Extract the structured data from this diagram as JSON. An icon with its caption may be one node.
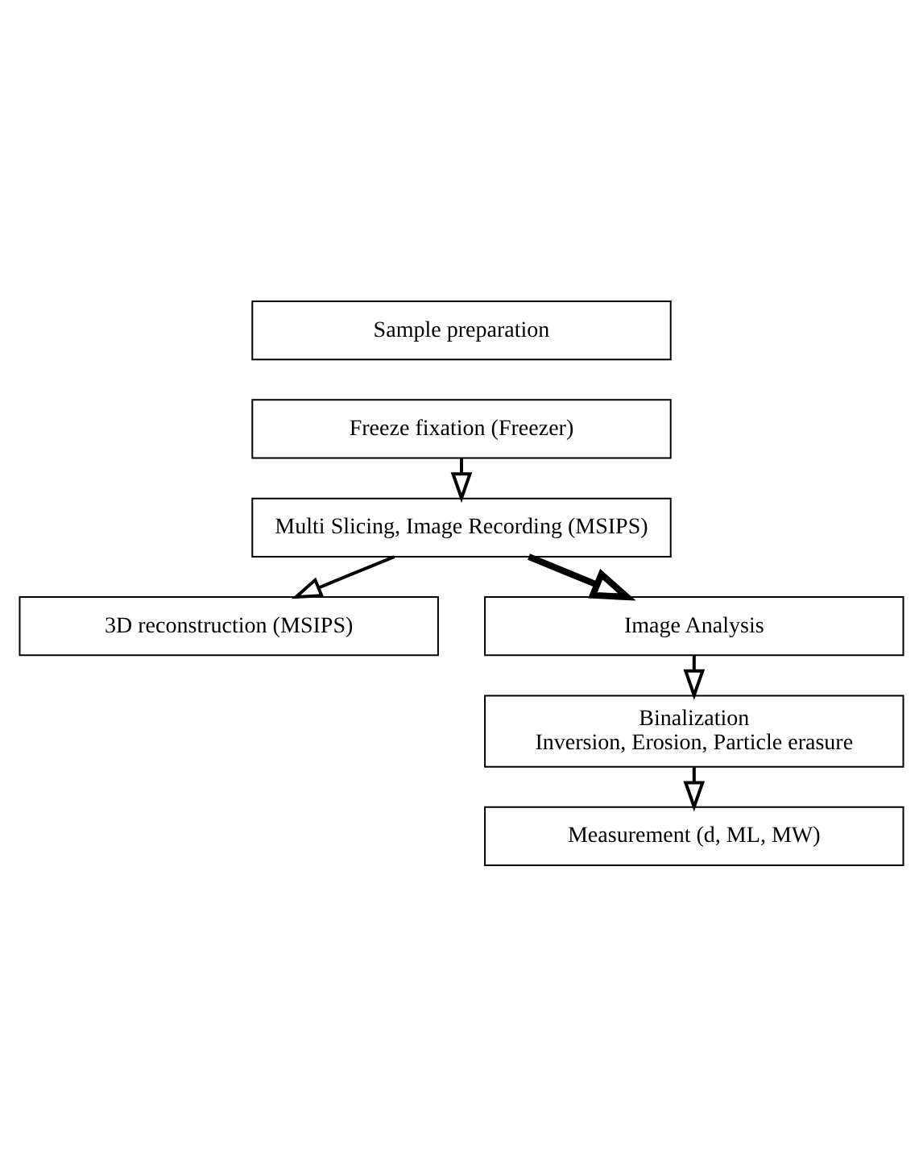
{
  "diagram": {
    "nodes": [
      {
        "text": [
          "Sample preparation"
        ]
      },
      {
        "text": [
          "Freeze fixation (Freezer)"
        ]
      },
      {
        "text": [
          "Multi Slicing, Image Recording (MSIPS)"
        ]
      },
      {
        "text": [
          "3D reconstruction (MSIPS)"
        ]
      },
      {
        "text": [
          "Image Analysis"
        ]
      },
      {
        "text": [
          "Binalization",
          "Inversion, Erosion, Particle erasure"
        ]
      },
      {
        "text": [
          "Measurement (d, ML, MW)"
        ]
      }
    ],
    "edges": [
      {
        "from": 1,
        "to": 2,
        "arrow": "to"
      },
      {
        "from": 2,
        "to": 3,
        "arrow": "to"
      },
      {
        "from": 2,
        "to": 4,
        "arrow": "to",
        "style": "thick"
      },
      {
        "from": 4,
        "to": 5,
        "arrow": "to"
      },
      {
        "from": 5,
        "to": 6,
        "arrow": "to"
      }
    ]
  }
}
